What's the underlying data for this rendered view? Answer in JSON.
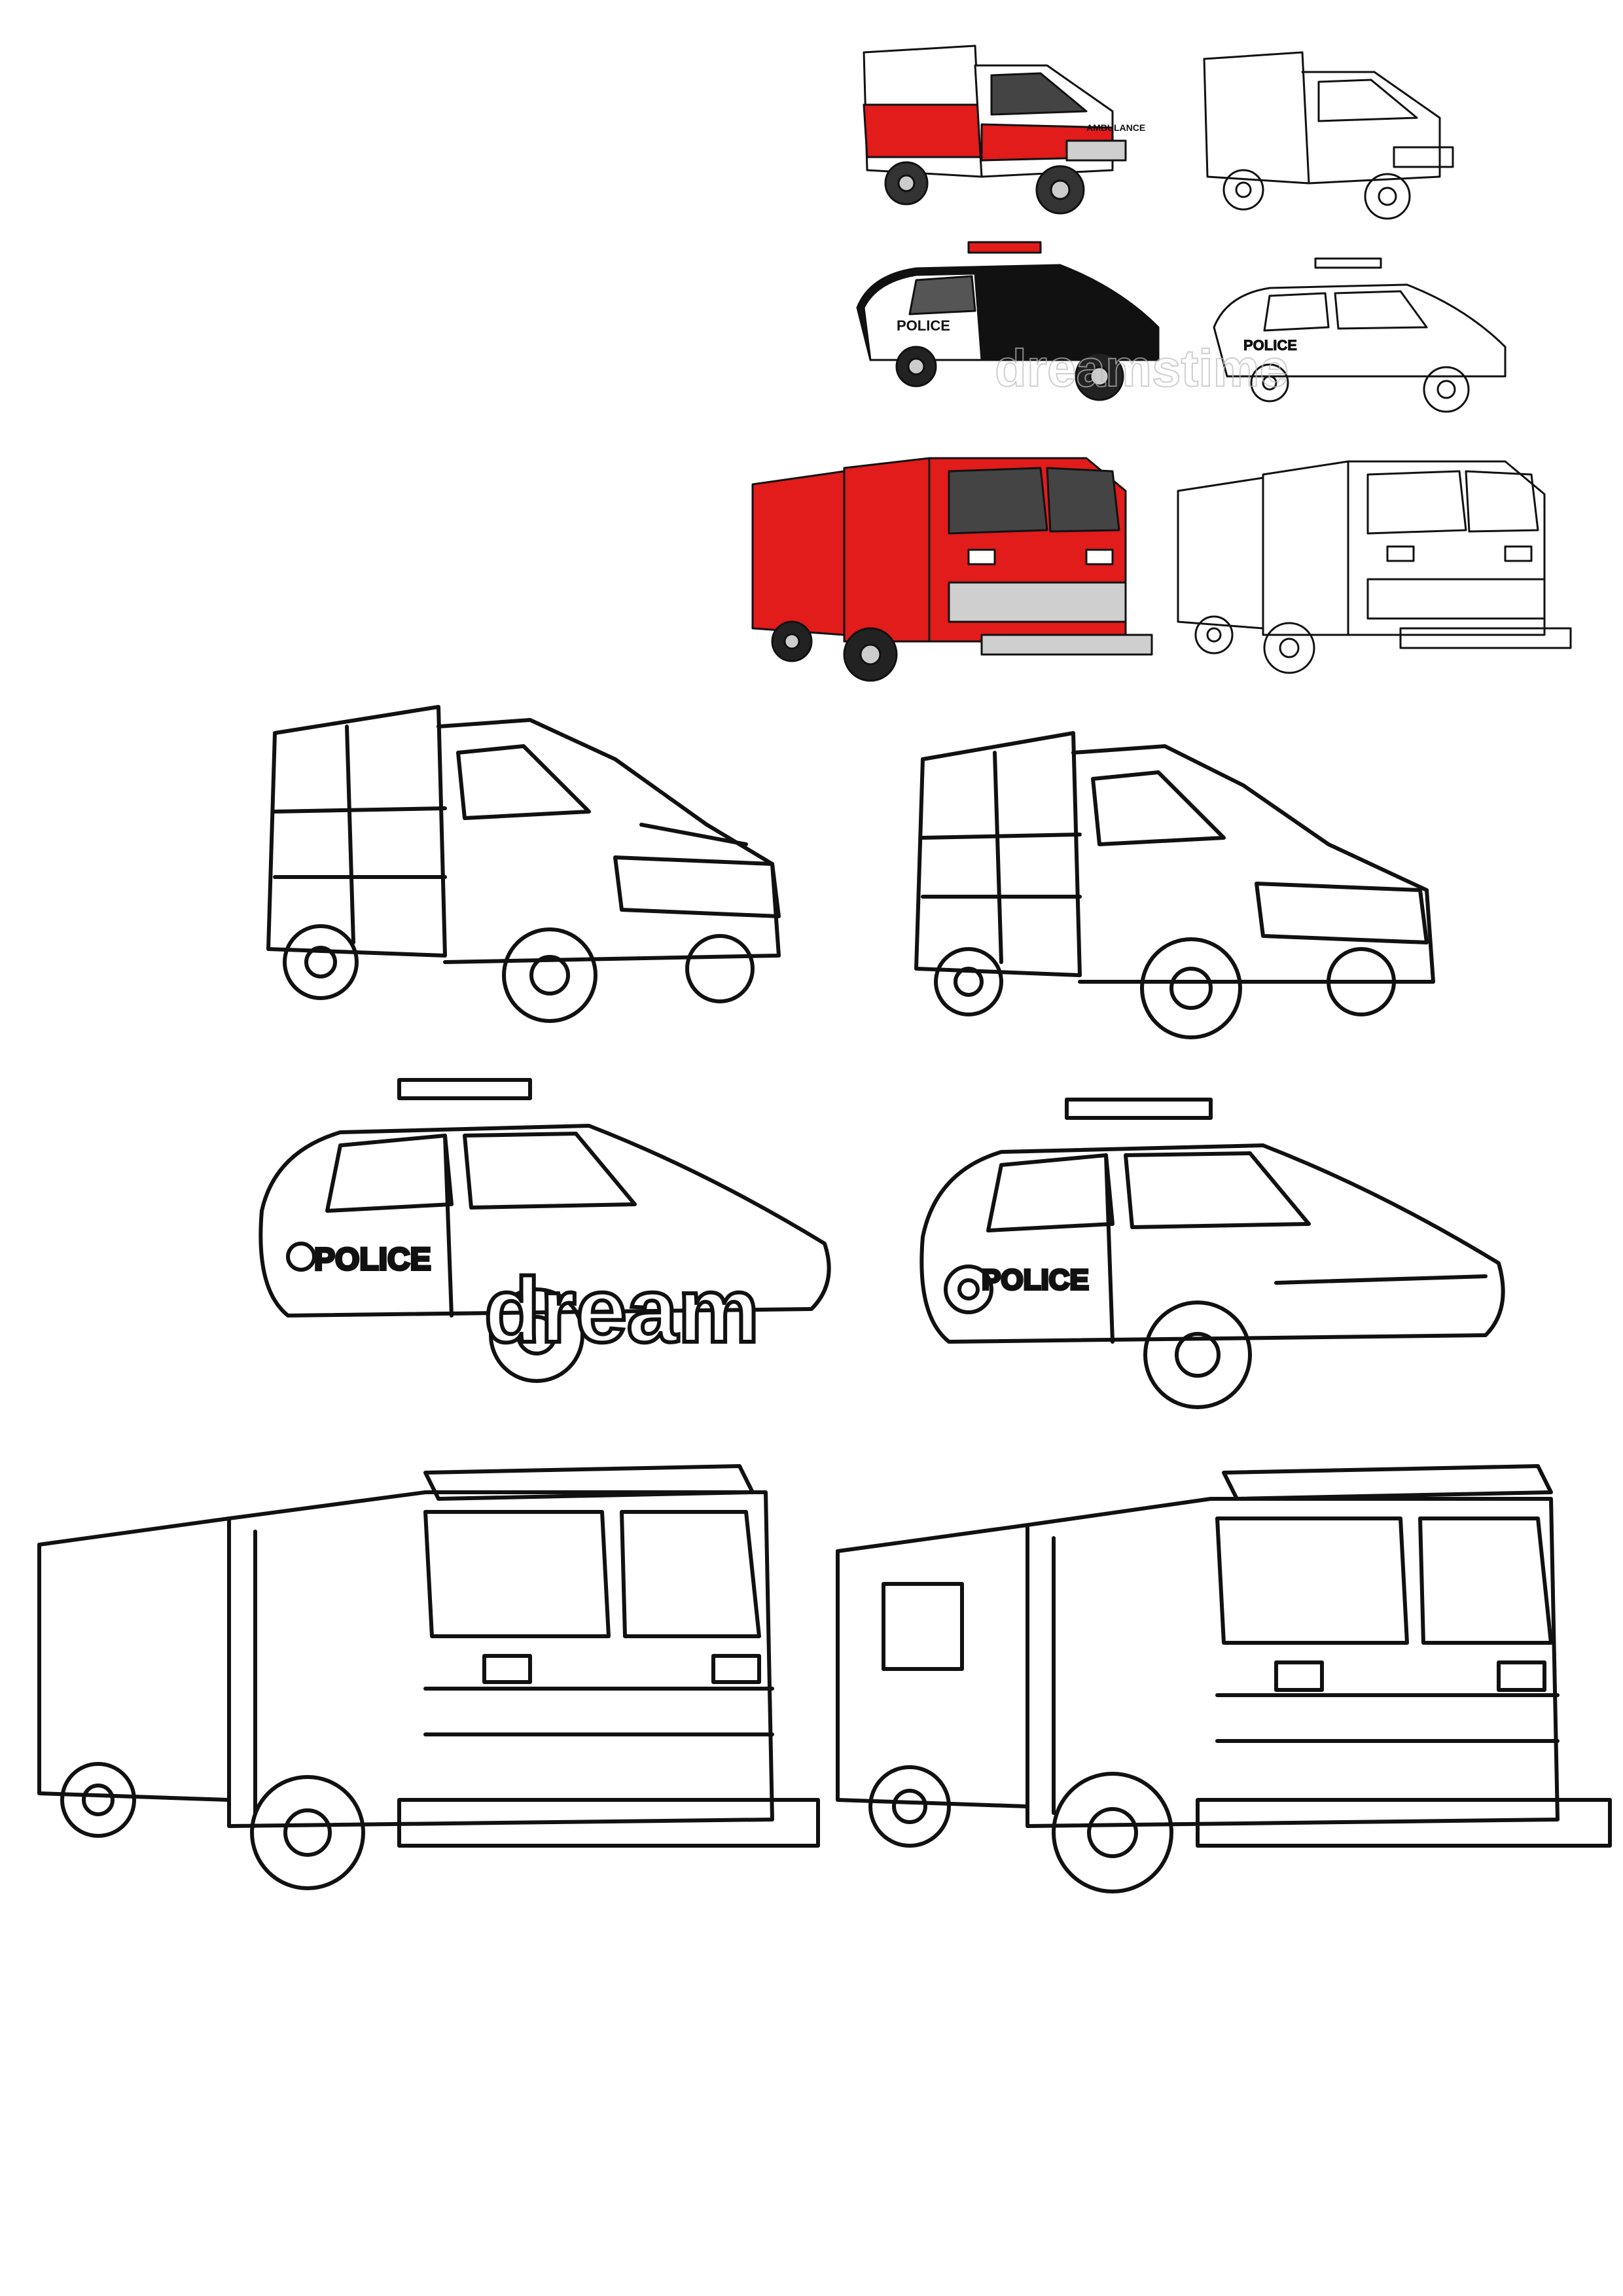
{
  "labels": {
    "ambulance_text": "AMBULANCE",
    "police_text": "POLICE",
    "watermark": "dreamstime",
    "watermark_short": "dream"
  },
  "colors": {
    "ink": "#111111",
    "fire_red": "#e21b1b",
    "police_black": "#111111",
    "glass": "#555555",
    "silver": "#cfcfcf",
    "paper": "#ffffff"
  }
}
